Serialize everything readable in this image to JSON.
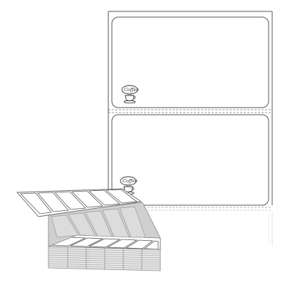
{
  "colors": {
    "background": "#ffffff",
    "outline": "#555555",
    "perforation": "#777777",
    "reflection": "#d6d6d6",
    "sheet_face": "#ffffff",
    "sheet_shadow": "#d9d9d9",
    "stack_side": "#bdbdbd"
  },
  "label_sheet": {
    "labels_per_sheet": 2,
    "labels": [
      {
        "logo": {
          "text": "Coffee",
          "icon": "coffee-cup-icon"
        }
      },
      {
        "logo": {
          "text": "Coffee",
          "icon": "coffee-cup-icon"
        }
      }
    ]
  },
  "fanfold_stack": {
    "labels_across_top": 6,
    "labels_across_bottom": 6,
    "icon": "fanfold-stack-icon"
  }
}
